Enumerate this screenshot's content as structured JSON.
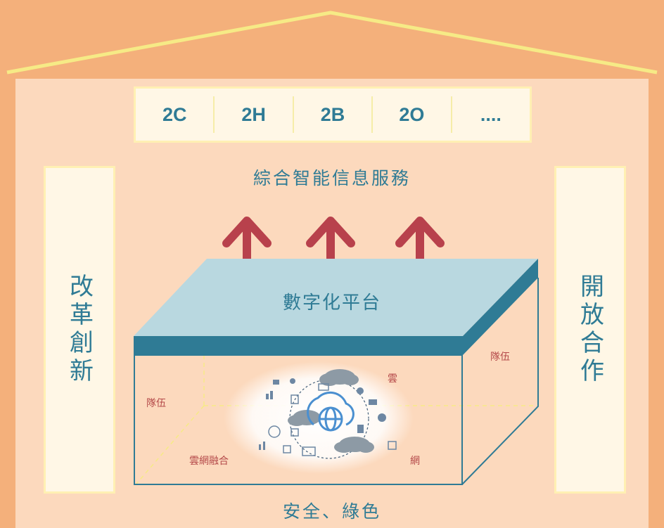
{
  "services": [
    "2C",
    "2H",
    "2B",
    "2O",
    "...."
  ],
  "integrated_service": "綜合智能信息服務",
  "left_pillar": "改革創新",
  "right_pillar": "開放合作",
  "platform": "數字化平台",
  "foundation": "安全、綠色",
  "box_labels": {
    "team_right": "隊伍",
    "cloud": "雲",
    "team_left": "隊伍",
    "cloud_network_fusion": "雲網融合",
    "network": "網"
  },
  "colors": {
    "background": "#f4b07b",
    "wall": "#fcd9bd",
    "teal_text": "#2f7b95",
    "platform_top": "#b9d8e0",
    "platform_edge": "#2f7b95",
    "arrow": "#b8414c",
    "label_red": "#b54a4a",
    "roof_line": "#f6ea86"
  }
}
